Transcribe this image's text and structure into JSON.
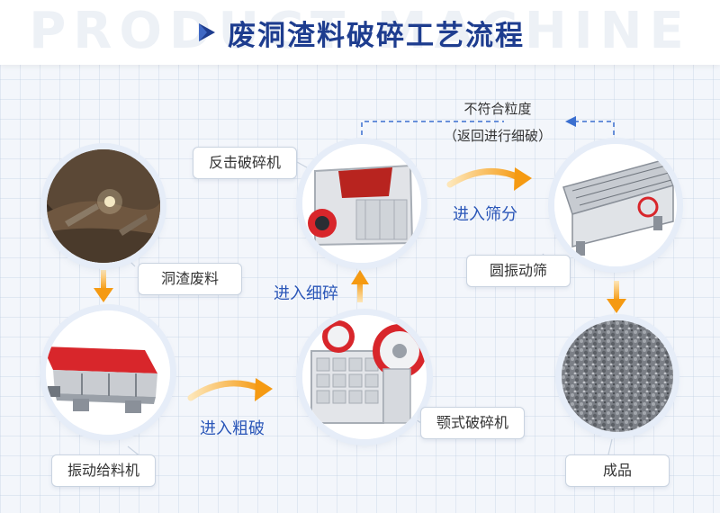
{
  "header": {
    "bg_text": "PRODUCT MACHINE",
    "title": "废洞渣料破碎工艺流程"
  },
  "nodes": {
    "source": {
      "label": "洞渣废料"
    },
    "feeder": {
      "label": "振动给料机"
    },
    "jaw": {
      "label": "颚式破碎机"
    },
    "impact": {
      "label": "反击破碎机"
    },
    "screen": {
      "label": "圆振动筛"
    },
    "product": {
      "label": "成品"
    }
  },
  "steps": {
    "coarse": "进入粗破",
    "fine": "进入细碎",
    "screening": "进入筛分"
  },
  "loop": {
    "line1": "不符合粒度",
    "line2": "（返回进行细破）"
  },
  "colors": {
    "title": "#1e3d8f",
    "step_text": "#2a56b8",
    "arrow_orange": "#f59a12",
    "loop_arrow": "#3b6fd0",
    "machine_red": "#d8262b"
  }
}
